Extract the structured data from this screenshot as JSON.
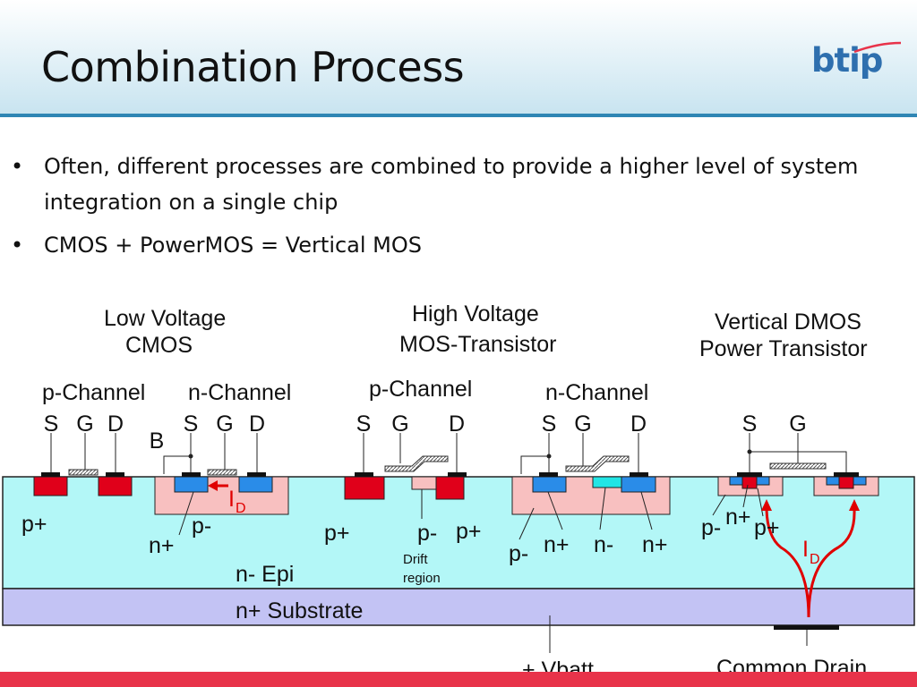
{
  "slide": {
    "title": "Combination Process",
    "logo_text": "btip",
    "bullets": [
      "Often, different processes are combined to provide a higher level of system integration on a single chip",
      "CMOS + PowerMOS = Vertical MOS"
    ]
  },
  "diagram": {
    "section_titles": {
      "lv_line1": "Low Voltage",
      "lv_line2": "CMOS",
      "hv_line1": "High Voltage",
      "hv_line2": "MOS-Transistor",
      "vd_line1": "Vertical DMOS",
      "vd_line2": "Power Transistor"
    },
    "channel_labels": {
      "lv_p": "p-Channel",
      "lv_n": "n-Channel",
      "hv_p": "p-Channel",
      "hv_n": "n-Channel"
    },
    "terminals": {
      "source": "S",
      "gate": "G",
      "drain": "D",
      "bulk": "B"
    },
    "regions": {
      "p_plus": "p+",
      "p_minus": "p-",
      "n_plus": "n+",
      "n_minus": "n-",
      "n_epi": "n- Epi",
      "n_substrate": "n+ Substrate",
      "drift_line1": "Drift",
      "drift_line2": "region"
    },
    "current_label": "I",
    "current_subscript": "D",
    "vbatt": "+ Vbatt",
    "common_drain": "Common Drain",
    "colors": {
      "epi": "#b3f7f7",
      "substrate": "#c3c3f4",
      "p_plus": "#e0001a",
      "n_plus": "#2a8ce8",
      "p_well": "#f8c0c0",
      "n_minus": "#22e5e5",
      "current_arrow": "#e00000",
      "bottom_bar": "#e8334a",
      "header_line": "#2f86b4",
      "logo": "#2e6fae"
    }
  }
}
